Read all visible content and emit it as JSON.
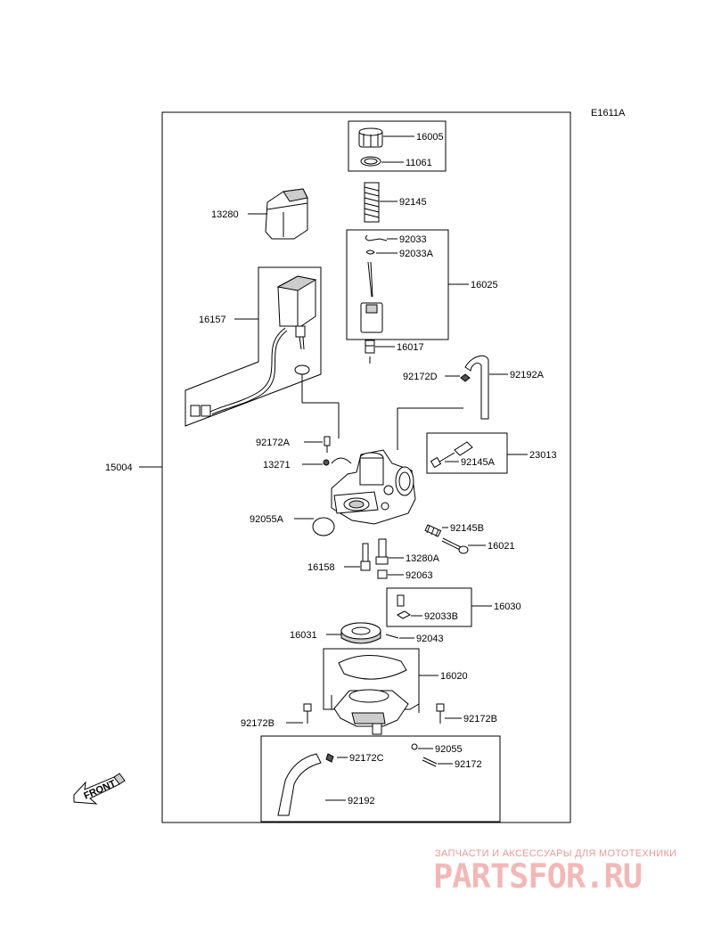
{
  "diagram_code": "E1611A",
  "parts": {
    "p16005": "16005",
    "p11061": "11061",
    "p92145": "92145",
    "p13280": "13280",
    "p92033": "92033",
    "p92033A": "92033A",
    "p16025": "16025",
    "p16017": "16017",
    "p16157": "16157",
    "p92172D": "92172D",
    "p92192A": "92192A",
    "p92172A": "92172A",
    "p13271": "13271",
    "p23013": "23013",
    "p92145A": "92145A",
    "p15004": "15004",
    "p92055A": "92055A",
    "p92145B": "92145B",
    "p16021": "16021",
    "p16158": "16158",
    "p13280A": "13280A",
    "p92063": "92063",
    "p16030": "16030",
    "p92033B": "92033B",
    "p16031": "16031",
    "p92043": "92043",
    "p16020": "16020",
    "p92172B_left": "92172B",
    "p92172B_right": "92172B",
    "p92055": "92055",
    "p92172C": "92172C",
    "p92172": "92172",
    "p92192": "92192"
  },
  "front_arrow_label": "FRONT",
  "watermark": {
    "tagline": "ЗАПЧАСТИ И АКСЕССУАРЫ ДЛЯ МОТОТЕХНИКИ",
    "logo": "PARTSFOR.RU"
  },
  "colors": {
    "line": "#000000",
    "watermark": "#f2b8b8"
  }
}
